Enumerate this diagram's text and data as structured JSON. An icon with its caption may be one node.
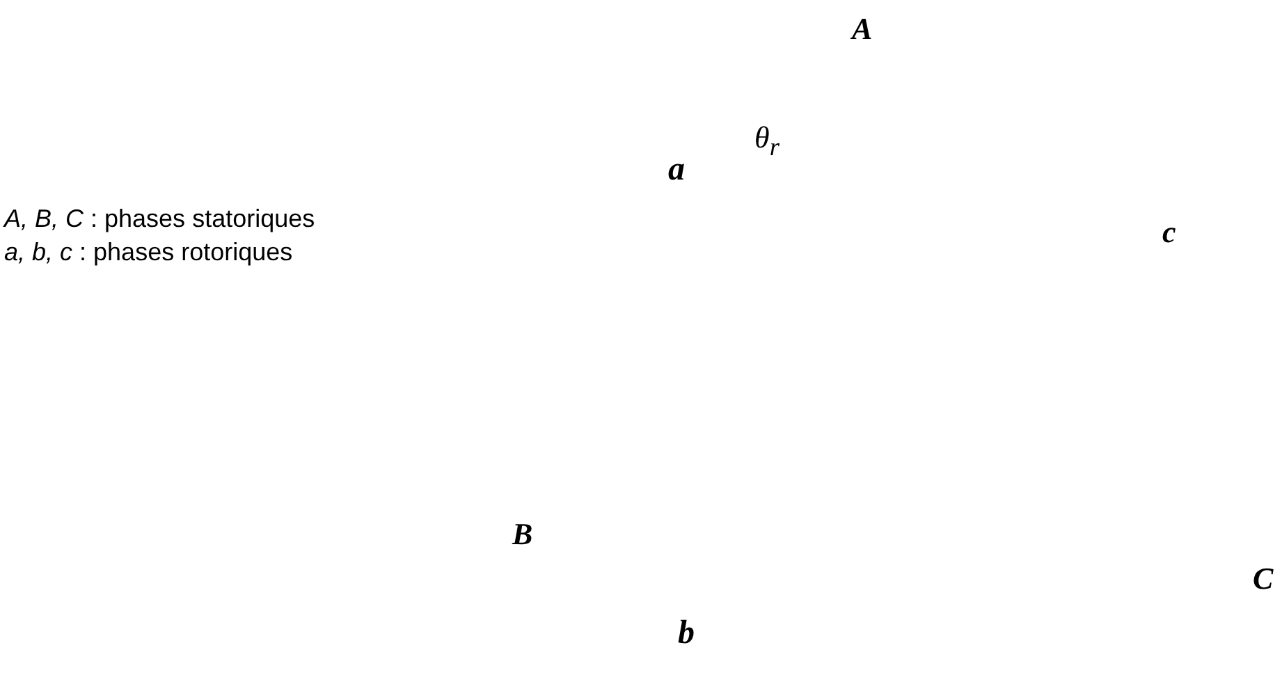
{
  "diagram": {
    "labels": [
      "*A*",
      "*θ*$_{r}$",
      "**a**",
      "*A, B, C* : phases statoriques",
      "*a, b, c* : phases rotoriques",
      "**c**",
      "**B**",
      "**C**",
      "**b**"
    ]
  }
}
